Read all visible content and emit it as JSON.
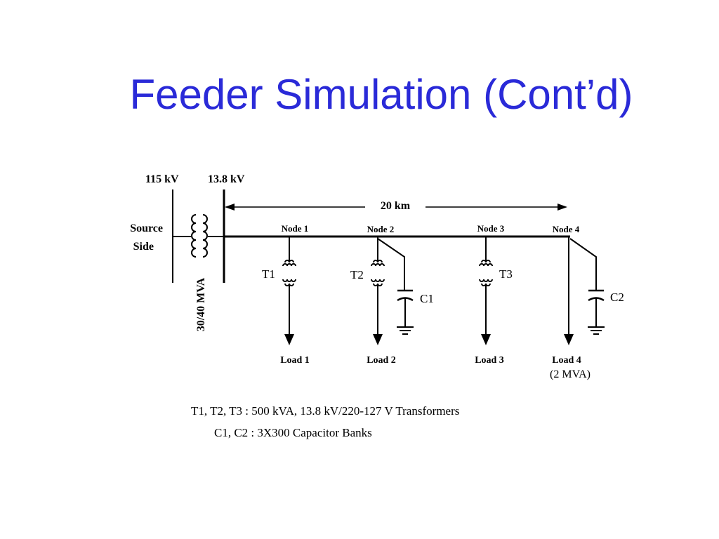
{
  "slide": {
    "title": "Feeder Simulation (Cont’d)",
    "title_color": "#2a2ad8"
  },
  "diagram": {
    "voltage_hv": "115 kV",
    "voltage_lv": "13.8 kV",
    "distance": "20 km",
    "source_line1": "Source",
    "source_line2": "Side",
    "transformer_rating": "30/40 MVA",
    "nodes": [
      "Node 1",
      "Node 2",
      "Node 3",
      "Node 4"
    ],
    "transformers": [
      "T1",
      "T2",
      "T3"
    ],
    "capacitors": [
      "C1",
      "C2"
    ],
    "loads": [
      "Load 1",
      "Load 2",
      "Load 3",
      "Load 4"
    ],
    "load4_note": "(2 MVA)",
    "legend_line1": "T1, T2, T3 : 500 kVA, 13.8 kV/220-127 V Transformers",
    "legend_line2": "C1, C2 : 3X300 Capacitor Banks"
  }
}
